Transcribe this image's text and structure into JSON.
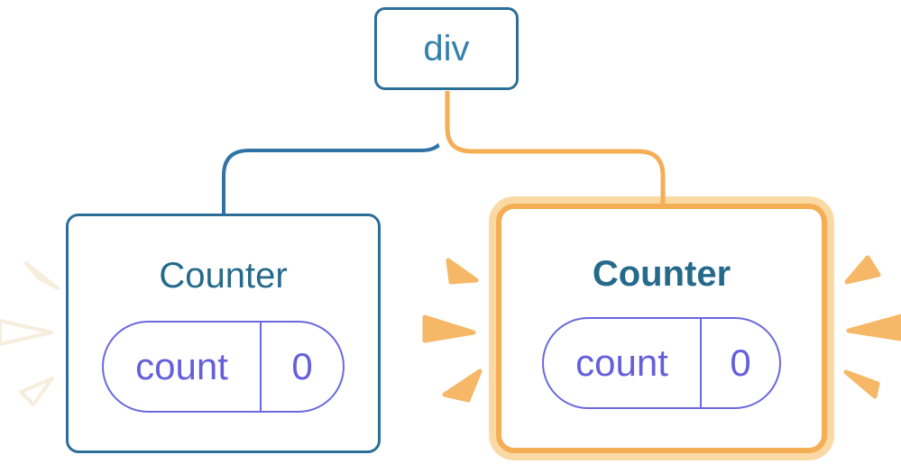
{
  "diagram": {
    "description": "React component tree: a div root rendering two Counter components; the second Counter is highlighted as updated",
    "root": {
      "label": "div"
    },
    "children": [
      {
        "title": "Counter",
        "highlighted": false,
        "state": {
          "name": "count",
          "value": "0"
        }
      },
      {
        "title": "Counter",
        "highlighted": true,
        "state": {
          "name": "count",
          "value": "0"
        }
      }
    ]
  },
  "colors": {
    "canvas": "#FFFFFF",
    "node-border-blue": "#2D6E99",
    "node-label-blue": "#3380AE",
    "title-blue": "#256A8B",
    "pill-purple": "#6B68E0",
    "pill-text-purple": "#655FDC",
    "edge-blue": "#2F72A3",
    "edge-casing-white": "#FFFFFF",
    "highlight-orange": "#F5AE55",
    "highlight-peach": "#FAD9A4",
    "spark-orange": "#F6B766",
    "spark-white": "#FFFFFF",
    "spark-white-edge": "#F6EDDC"
  }
}
